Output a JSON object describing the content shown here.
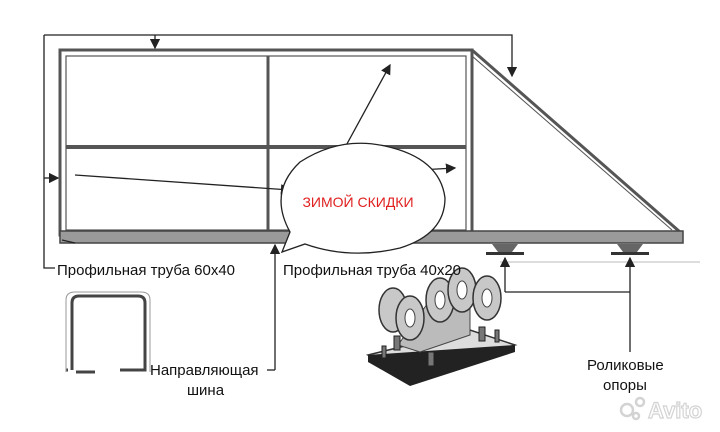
{
  "labels": {
    "profile_60x40": "Профильная труба 60x40",
    "profile_40x20": "Профильная труба 40x20",
    "guide_rail_line1": "Направляющая",
    "guide_rail_line2": "шина",
    "rollers_line1": "Роликовые",
    "rollers_line2": "опоры"
  },
  "promo_bubble": {
    "text": "ЗИМОЙ СКИДКИ",
    "color": "#e02020"
  },
  "watermark": "Avito",
  "colors": {
    "frame": "#777777",
    "fill": "#ffffff",
    "lines": "#222222"
  }
}
